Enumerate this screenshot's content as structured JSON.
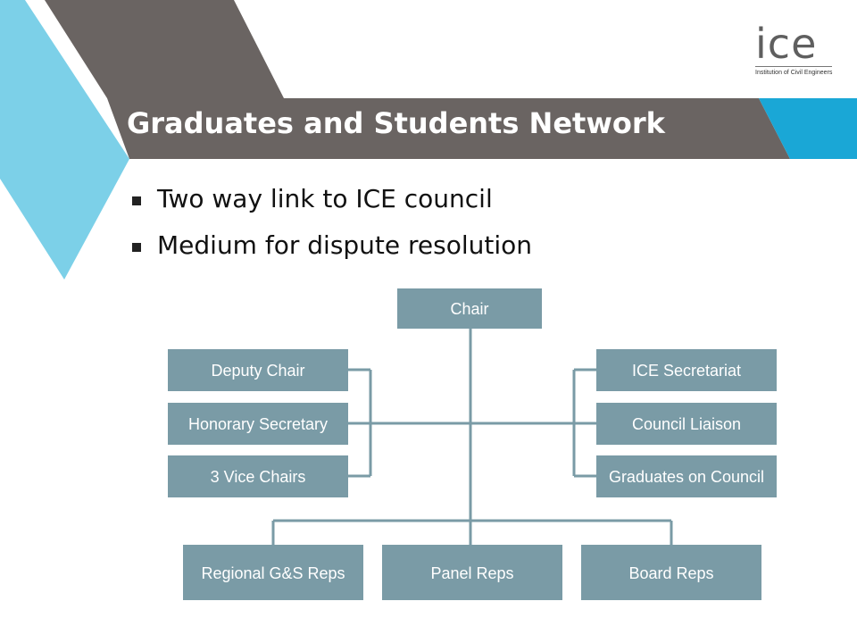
{
  "slide": {
    "title": "Graduates and Students Network",
    "bullets": [
      "Two way link to ICE council",
      "Medium for dispute resolution"
    ]
  },
  "logo": {
    "mark": "ice",
    "subtitle": "Institution of Civil Engineers"
  },
  "colors": {
    "header_gray": "#6a6462",
    "light_blue": "#7cd0e8",
    "accent_blue": "#1aa7d6",
    "box_fill": "#7a9ba6",
    "connector": "#7a9ba6"
  },
  "org_chart": {
    "top": "Chair",
    "left": [
      "Deputy Chair",
      "Honorary Secretary",
      "3 Vice Chairs"
    ],
    "right": [
      "ICE Secretariat",
      "Council Liaison",
      "Graduates on Council"
    ],
    "bottom": [
      "Regional G&S Reps",
      "Panel Reps",
      "Board Reps"
    ]
  }
}
